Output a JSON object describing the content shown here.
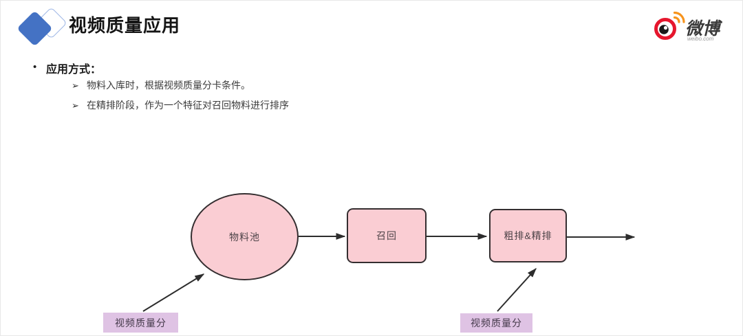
{
  "header": {
    "title": "视频质量应用",
    "logo": {
      "brand": "微博",
      "domain": "weibo.com"
    }
  },
  "content": {
    "bullet_glyph": "•",
    "sub_bullet_glyph": "➢",
    "heading": "应用方式：",
    "sub_bullets": [
      "物料入库时，根据视频质量分卡条件。",
      "在精排阶段，作为一个特征对召回物料进行排序"
    ]
  },
  "diagram": {
    "nodes": [
      {
        "id": "material-pool",
        "label": "物料池",
        "shape": "ellipse"
      },
      {
        "id": "recall",
        "label": "召回",
        "shape": "rounded-rect"
      },
      {
        "id": "coarse-fine-rank",
        "label": "粗排&精排",
        "shape": "rounded-rect"
      }
    ],
    "tags": [
      {
        "id": "video-quality-score-left",
        "label": "视频质量分"
      },
      {
        "id": "video-quality-score-right",
        "label": "视频质量分"
      }
    ],
    "edges": [
      {
        "from": "material-pool",
        "to": "recall"
      },
      {
        "from": "recall",
        "to": "coarse-fine-rank"
      },
      {
        "from": "coarse-fine-rank",
        "to": "output"
      },
      {
        "from": "video-quality-score-left",
        "to": "material-pool"
      },
      {
        "from": "video-quality-score-right",
        "to": "coarse-fine-rank"
      }
    ],
    "colors": {
      "node_fill": "#FACDD3",
      "node_border": "#342E30",
      "tag_fill": "#DFC3E4",
      "arrow": "#2D2D2D"
    }
  },
  "theme": {
    "title_icon_blue": "#4472C4",
    "title_icon_outline": "#9FB8E6",
    "weibo_red": "#E6162D",
    "weibo_orange": "#F7941D"
  }
}
